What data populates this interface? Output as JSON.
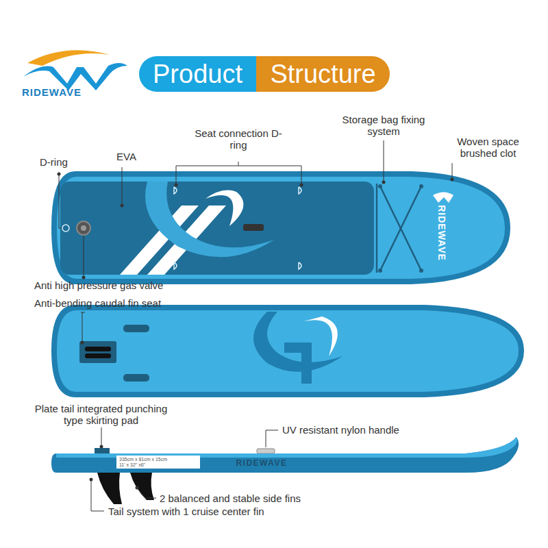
{
  "diagram": {
    "nodes": [
      {
        "text": [
          "Product"
        ]
      },
      {
        "text": [
          "Structure"
        ]
      }
    ],
    "labels": [
      "RIDEWAVE",
      "D-ring",
      "EVA",
      "Seat connection D-ring",
      "Storage bag fixing system",
      "Woven space brushed clot",
      "Anti high pressure gas valve",
      "Anti-bending caudal fin seat",
      "Plate tail integrated punching type skirting pad",
      "UV resistant nylon handle",
      "2 balanced and stable side fins",
      "Tail system with 1 cruise center fin",
      "RIDEWAVE",
      "RIDEWAVE",
      "335cm x 81cm x 15cm",
      "11' x 32\" x6\""
    ]
  }
}
